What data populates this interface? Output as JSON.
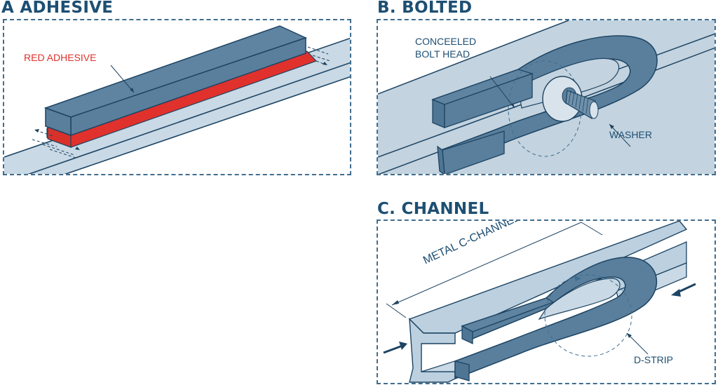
{
  "panels": {
    "adhesive": {
      "title": "A ADHESIVE",
      "labels": {
        "red_adhesive": "RED ADHESIVE"
      }
    },
    "bolted": {
      "title": "B. BOLTED",
      "labels": {
        "concealed_bolt_head_line1": "CONCEELED",
        "concealed_bolt_head_line2": "BOLT HEAD",
        "washer": "WASHER"
      }
    },
    "channel": {
      "title": "C. CHANNEL",
      "labels": {
        "metal_c_channel": "METAL C-CHANNEL",
        "d_strip": "D-STRIP"
      }
    }
  },
  "colors": {
    "title": "#1d4f73",
    "outline": "#1d4463",
    "strip": "#5a7f9c",
    "strip_dark": "#466c8a",
    "adhesive_red": "#e0312c",
    "panel_fill_light": "#c9d9e5",
    "panel_bg_bolted": "#c3d3df",
    "metal": "#bcd0df"
  }
}
